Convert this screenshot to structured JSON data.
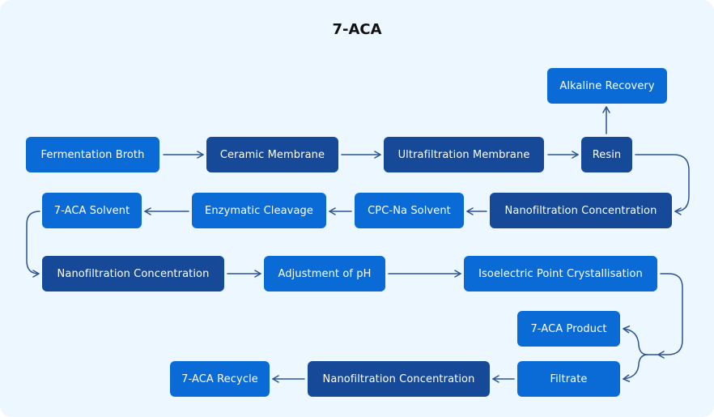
{
  "title": "7-ACA",
  "colors": {
    "primary": "#0b6bd6",
    "dark": "#164a99",
    "edge": "#2b5494",
    "background": "#edf7ff"
  },
  "nodes": [
    {
      "id": "fermentation-broth",
      "label": "Fermentation Broth",
      "style": "primary"
    },
    {
      "id": "ceramic-membrane",
      "label": "Ceramic Membrane",
      "style": "dark"
    },
    {
      "id": "ultrafiltration-membrane",
      "label": "Ultrafiltration Membrane",
      "style": "dark"
    },
    {
      "id": "resin",
      "label": "Resin",
      "style": "dark"
    },
    {
      "id": "alkaline-recovery",
      "label": "Alkaline Recovery",
      "style": "primary"
    },
    {
      "id": "nanofiltration-concentration-1",
      "label": "Nanofiltration Concentration",
      "style": "dark"
    },
    {
      "id": "cpc-na-solvent",
      "label": "CPC-Na Solvent",
      "style": "primary"
    },
    {
      "id": "enzymatic-cleavage",
      "label": "Enzymatic Cleavage",
      "style": "primary"
    },
    {
      "id": "7-aca-solvent",
      "label": "7-ACA Solvent",
      "style": "primary"
    },
    {
      "id": "nanofiltration-concentration-2",
      "label": "Nanofiltration Concentration",
      "style": "dark"
    },
    {
      "id": "adjustment-of-ph",
      "label": "Adjustment of pH",
      "style": "primary"
    },
    {
      "id": "isoelectric-point-crystallisation",
      "label": "Isoelectric Point Crystallisation",
      "style": "primary"
    },
    {
      "id": "7-aca-product",
      "label": "7-ACA Product",
      "style": "primary"
    },
    {
      "id": "filtrate",
      "label": "Filtrate",
      "style": "primary"
    },
    {
      "id": "nanofiltration-concentration-3",
      "label": "Nanofiltration Concentration",
      "style": "dark"
    },
    {
      "id": "7-aca-recycle",
      "label": "7-ACA Recycle",
      "style": "primary"
    }
  ],
  "edges": [
    {
      "from": "fermentation-broth",
      "to": "ceramic-membrane"
    },
    {
      "from": "ceramic-membrane",
      "to": "ultrafiltration-membrane"
    },
    {
      "from": "ultrafiltration-membrane",
      "to": "resin"
    },
    {
      "from": "resin",
      "to": "alkaline-recovery"
    },
    {
      "from": "resin",
      "to": "nanofiltration-concentration-1"
    },
    {
      "from": "nanofiltration-concentration-1",
      "to": "cpc-na-solvent"
    },
    {
      "from": "cpc-na-solvent",
      "to": "enzymatic-cleavage"
    },
    {
      "from": "enzymatic-cleavage",
      "to": "7-aca-solvent"
    },
    {
      "from": "7-aca-solvent",
      "to": "nanofiltration-concentration-2"
    },
    {
      "from": "nanofiltration-concentration-2",
      "to": "adjustment-of-ph"
    },
    {
      "from": "adjustment-of-ph",
      "to": "isoelectric-point-crystallisation"
    },
    {
      "from": "isoelectric-point-crystallisation",
      "to": "7-aca-product"
    },
    {
      "from": "isoelectric-point-crystallisation",
      "to": "filtrate"
    },
    {
      "from": "filtrate",
      "to": "nanofiltration-concentration-3"
    },
    {
      "from": "nanofiltration-concentration-3",
      "to": "7-aca-recycle"
    }
  ]
}
